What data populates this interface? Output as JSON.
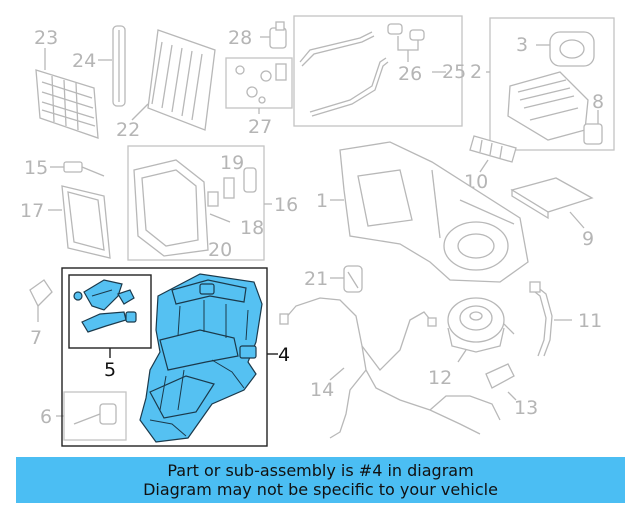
{
  "callouts": {
    "c1": "1",
    "c2": "2",
    "c3": "3",
    "c4": "4",
    "c5": "5",
    "c6": "6",
    "c7": "7",
    "c8": "8",
    "c9": "9",
    "c10": "10",
    "c11": "11",
    "c12": "12",
    "c13": "13",
    "c14": "14",
    "c15": "15",
    "c16": "16",
    "c17": "17",
    "c18": "18",
    "c19": "19",
    "c20": "20",
    "c21": "21",
    "c22": "22",
    "c23": "23",
    "c24": "24",
    "c25": "25",
    "c26": "26",
    "c27": "27",
    "c28": "28"
  },
  "highlight": {
    "part_number": "4",
    "color": "#55c1f2"
  },
  "banner": {
    "line1": "Part or sub-assembly is #4 in diagram",
    "line2": "Diagram may not be specific to your vehicle",
    "color": "#4bbef3"
  }
}
